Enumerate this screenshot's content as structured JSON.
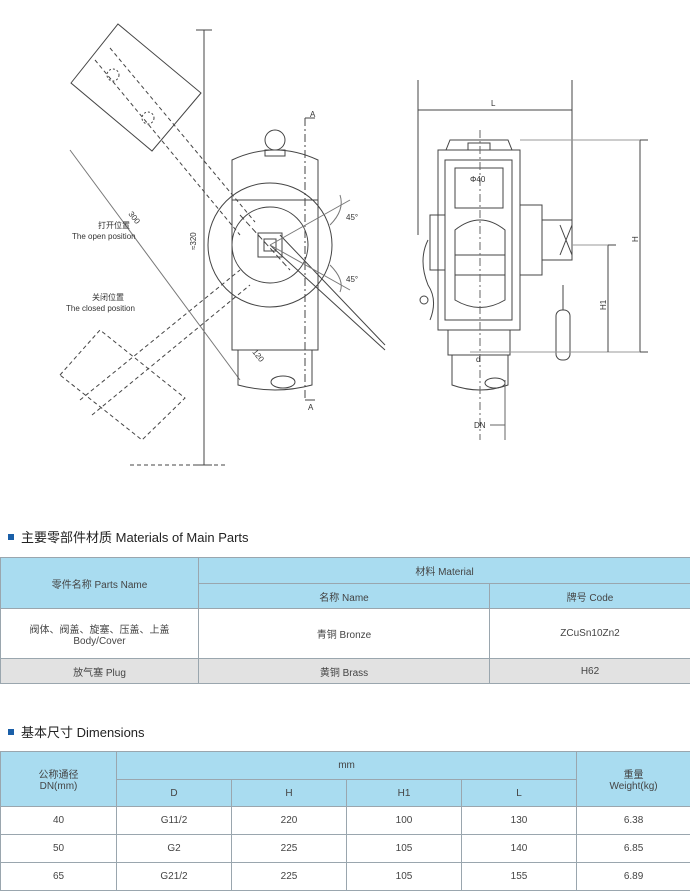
{
  "drawing": {
    "open_position_cn": "打开位置",
    "open_position_en": "The open position",
    "closed_position_cn": "关闭位置",
    "closed_position_en": "The closed position",
    "dim_300": "300",
    "dim_320": "≈320",
    "dim_120": "120",
    "angle_45_top": "45°",
    "angle_45_bottom": "45°",
    "section_a_top": "A",
    "section_a_bottom": "A",
    "dim_l": "L",
    "dim_h": "H",
    "dim_h1": "H1",
    "dim_d": "d",
    "dim_dn": "DN",
    "dim_phi40": "Φ40"
  },
  "materials": {
    "title": "主要零部件材质  Materials of Main Parts",
    "header_parts": "零件名称 Parts Name",
    "header_material": "材料 Material",
    "header_name": "名称 Name",
    "header_code": "牌号 Code",
    "rows": [
      {
        "part_cn": "阀体、阀盖、旋塞、压盖、上盖",
        "part_en": "Body/Cover",
        "name": "青铜 Bronze",
        "code": "ZCuSn10Zn2"
      },
      {
        "part_cn": "放气塞 Plug",
        "part_en": "",
        "name": "黄铜 Brass",
        "code": "H62"
      }
    ]
  },
  "dimensions": {
    "title": "基本尺寸  Dimensions",
    "header_dn_cn": "公称通径",
    "header_dn_en": "DN(mm)",
    "header_mm": "mm",
    "header_weight_cn": "重量",
    "header_weight_en": "Weight(kg)",
    "cols": [
      "D",
      "H",
      "H1",
      "L"
    ],
    "rows": [
      [
        "40",
        "G11/2",
        "220",
        "100",
        "130",
        "6.38"
      ],
      [
        "50",
        "G2",
        "225",
        "105",
        "140",
        "6.85"
      ],
      [
        "65",
        "G21/2",
        "225",
        "105",
        "155",
        "6.89"
      ]
    ]
  },
  "colors": {
    "header_bg": "#a9dcf0",
    "grey_row": "#e2e2e2",
    "accent": "#1a5fa8"
  }
}
